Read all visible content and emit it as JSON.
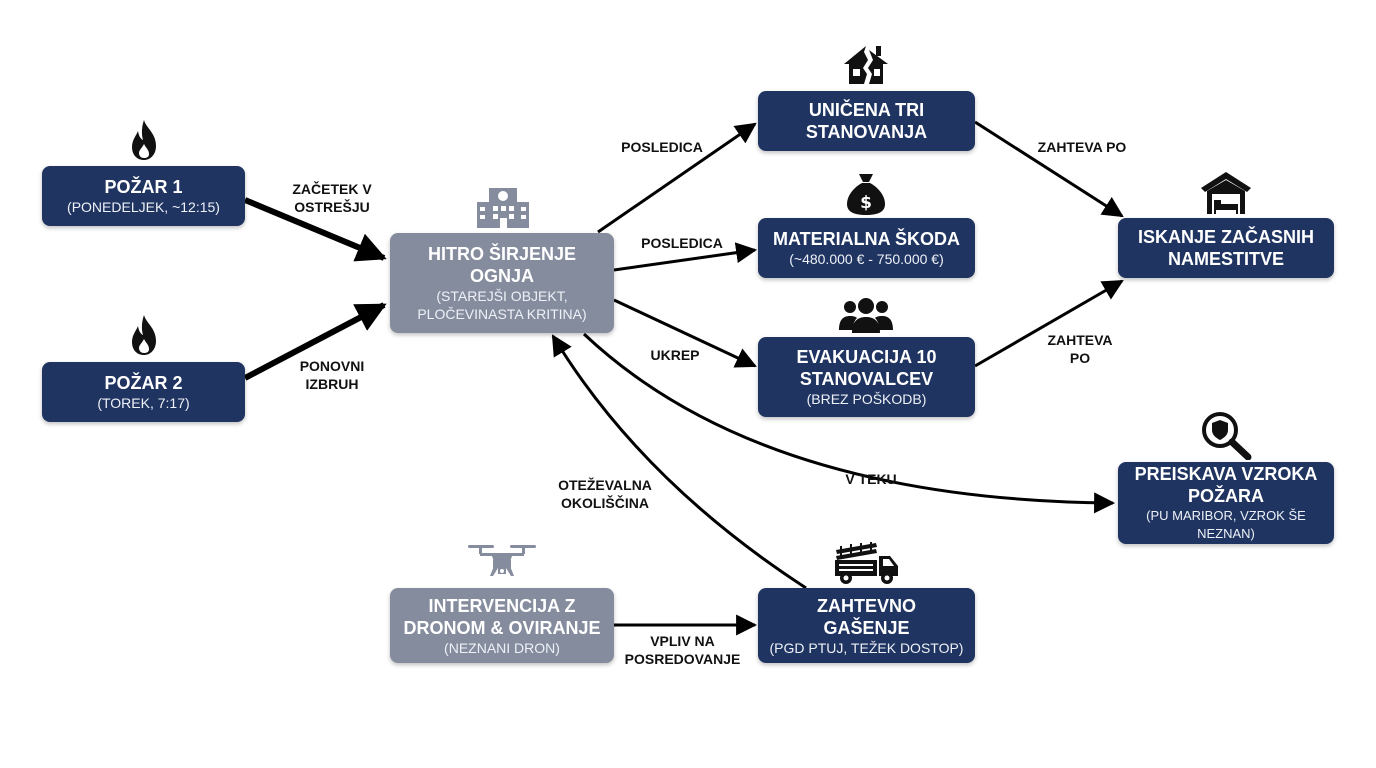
{
  "colors": {
    "node_dark": "#1f3461",
    "node_gray": "#858c9e",
    "arrow": "#000000",
    "icon": "#111111"
  },
  "nodes": {
    "pozar1": {
      "title": "POŽAR 1",
      "subtitle": "(PONEDELJEK, ~12:15)"
    },
    "pozar2": {
      "title": "POŽAR 2",
      "subtitle": "(TOREK, 7:17)"
    },
    "hitro": {
      "title": "HITRO ŠIRJENJE\nOGNJA",
      "subtitle": "(STAREJŠI OBJEKT,\nPLOČEVINASTA KRITINA)"
    },
    "unicena": {
      "title": "UNIČENA TRI\nSTANOVANJA"
    },
    "skoda": {
      "title": "MATERIALNA ŠKODA",
      "subtitle": "(~480.000 € - 750.000 €)"
    },
    "evakuacija": {
      "title": "EVAKUACIJA 10\nSTANOVALCEV",
      "subtitle": "(BREZ POŠKODB)"
    },
    "iskanje": {
      "title": "ISKANJE ZAČASNIH\nNAMESTITVE"
    },
    "preiskava": {
      "title": "PREISKAVA VZROKA\nPOŽARA",
      "subtitle": "(PU MARIBOR, VZROK ŠE NEZNAN)"
    },
    "dron": {
      "title": "INTERVENCIJA Z\nDRONOM & OVIRANJE",
      "subtitle": "(NEZNANI DRON)"
    },
    "gasenje": {
      "title": "ZAHTEVNO\nGAŠENJE",
      "subtitle": "(PGD PTUJ, TEŽEK DOSTOP)"
    }
  },
  "edges": {
    "zacetek": "ZAČETEK V\nOSTREŠJU",
    "ponovni": "PONOVNI\nIZBRUH",
    "posledica1": "POSLEDICA",
    "posledica2": "POSLEDICA",
    "ukrep": "UKREP",
    "zahteva1": "ZAHTEVA PO",
    "zahteva2": "ZAHTEVA\nPO",
    "vteku": "V TEKU",
    "otezevalna": "OTEŽEVALNA\nOKOLIŠČINA",
    "vpliv": "VPLIV NA\nPOSREDOVANJE"
  },
  "icons": {
    "pozar1": "fire-icon",
    "pozar2": "fire-icon",
    "hitro": "building-icon",
    "unicena": "broken-house-icon",
    "skoda": "money-bag-icon",
    "evakuacija": "people-icon",
    "iskanje": "shelter-icon",
    "preiskava": "magnifier-badge-icon",
    "dron": "drone-icon",
    "gasenje": "fire-truck-icon"
  }
}
